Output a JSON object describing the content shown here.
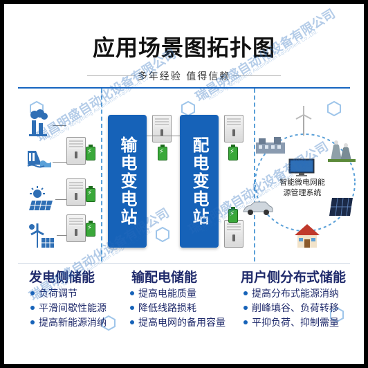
{
  "title": "应用场景图拓扑图",
  "subtitle": "多年经验 值得信赖",
  "stations": {
    "transmission": "输电变电站",
    "distribution": "配电变电站"
  },
  "center": {
    "label_line1": "智能微电网能",
    "label_line2": "源管理系统"
  },
  "sections": [
    {
      "title": "发电侧储能",
      "items": [
        "负荷调节",
        "平滑间歇性能源",
        "提高新能源消纳"
      ]
    },
    {
      "title": "输配电储能",
      "items": [
        "提高电能质量",
        "降低线路损耗",
        "提高电网的备用容量"
      ]
    },
    {
      "title": "用户侧分布式储能",
      "items": [
        "提高分布式能源消纳",
        "削峰填谷、负荷转移",
        "平抑负荷、抑制需量"
      ]
    }
  ],
  "watermark": {
    "text": "瑞昌明盛自动化设备有限公司",
    "sub": "Ruichang Mingsheng Automation Equipment Co.,Ltd."
  },
  "colors": {
    "accent_blue": "#1662b8",
    "title_navy": "#1f2a6b",
    "battery_green": "#3aa83a"
  },
  "icons": [
    "power-plant-icon",
    "hydro-dam-icon",
    "solar-sun-icon",
    "solar-wind-icon",
    "wind-turbine-icon",
    "factory-icon",
    "monitor-icon",
    "nuclear-plant-icon",
    "solar-panel-icon",
    "house-icon",
    "electric-car-icon",
    "city-buildings-icon"
  ]
}
